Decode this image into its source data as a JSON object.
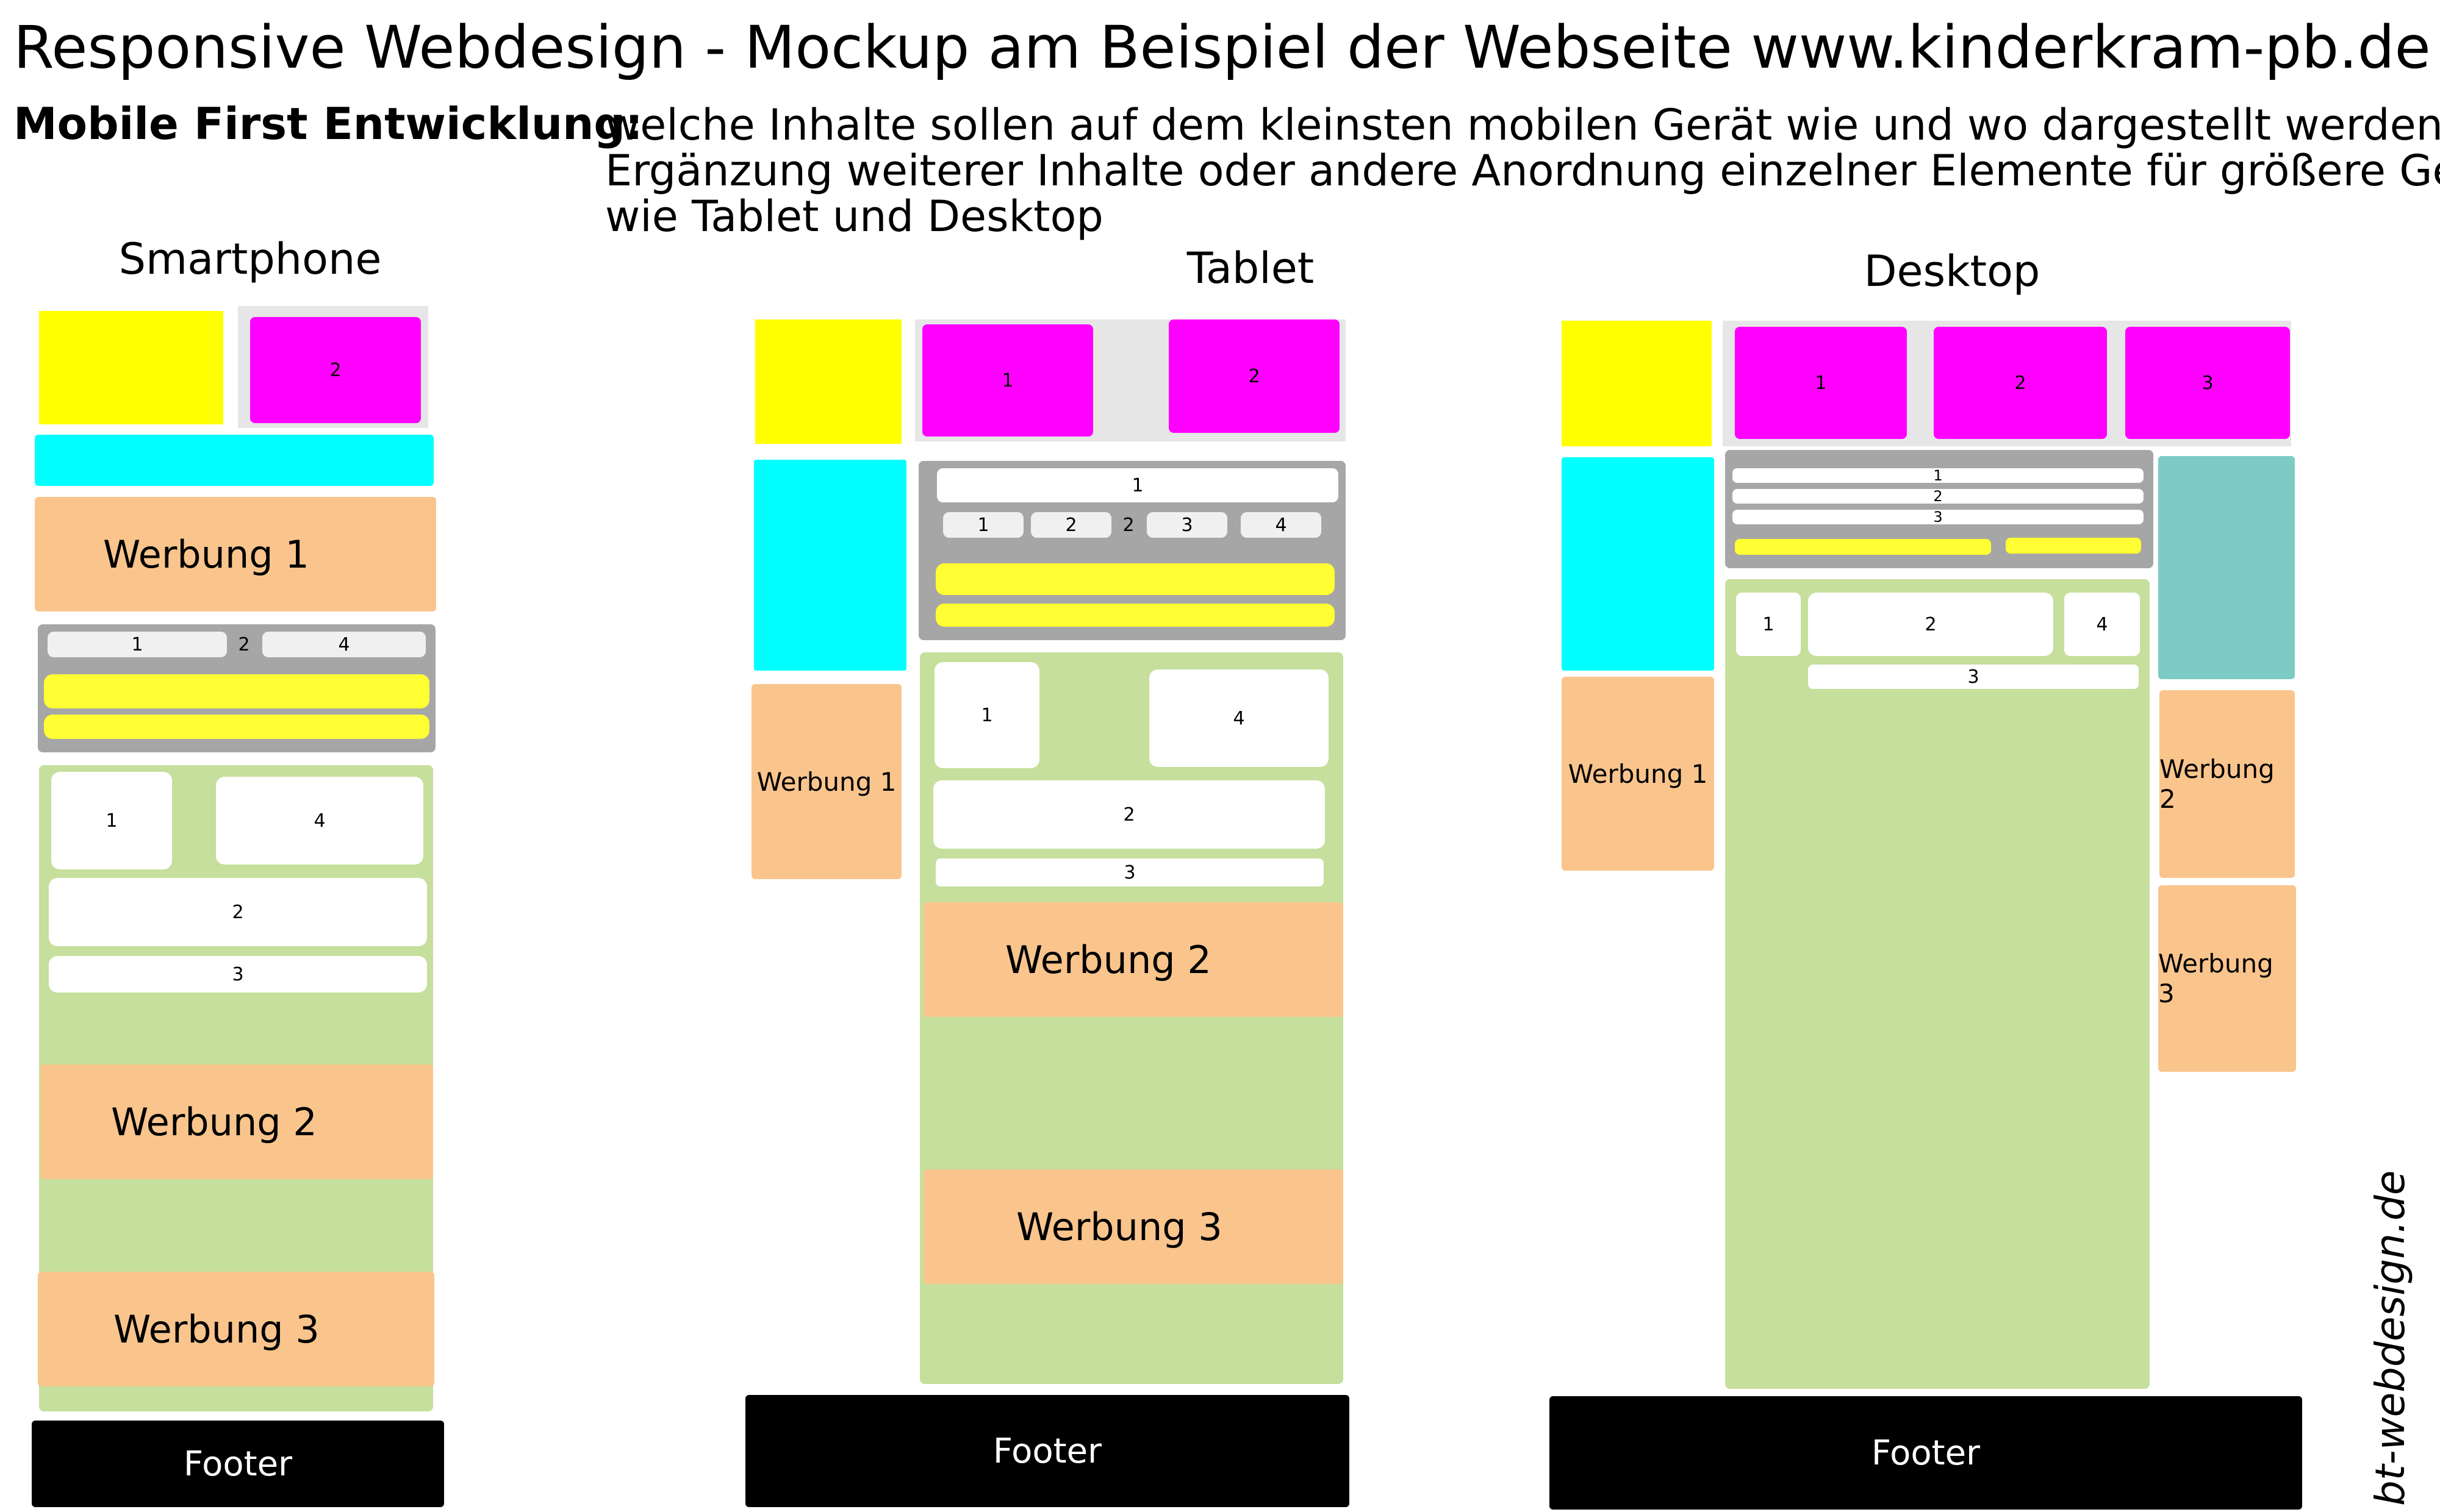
{
  "title": "Responsive Webdesign - Mockup am Beispiel der Webseite www.kinderkram-pb.de",
  "subtitle": "Mobile First Entwicklung:",
  "description": {
    "line1": "welche Inhalte sollen auf dem kleinsten mobilen Gerät wie und wo dargestellt werden und",
    "line2": "Ergänzung weiterer Inhalte oder andere Anordnung einzelner Elemente für größere Geräte",
    "line3": "wie Tablet und Desktop"
  },
  "devices": {
    "smartphone": "Smartphone",
    "tablet": "Tablet",
    "desktop": "Desktop"
  },
  "labels": {
    "werbung1": "Werbung 1",
    "werbung2": "Werbung 2",
    "werbung3": "Werbung 3",
    "footer": "Footer",
    "n1": "1",
    "n2": "2",
    "n3": "3",
    "n4": "4"
  },
  "brand": "bt-webdesign.de",
  "colors": {
    "logo": "#ffff00",
    "nav": "#00ffff",
    "menu": "#ff00ff",
    "ads": "#f9c58d",
    "content": "#c6df9c",
    "sidebar": "#7ecbc5",
    "search": "#a6a6a6",
    "footer": "#000000"
  }
}
